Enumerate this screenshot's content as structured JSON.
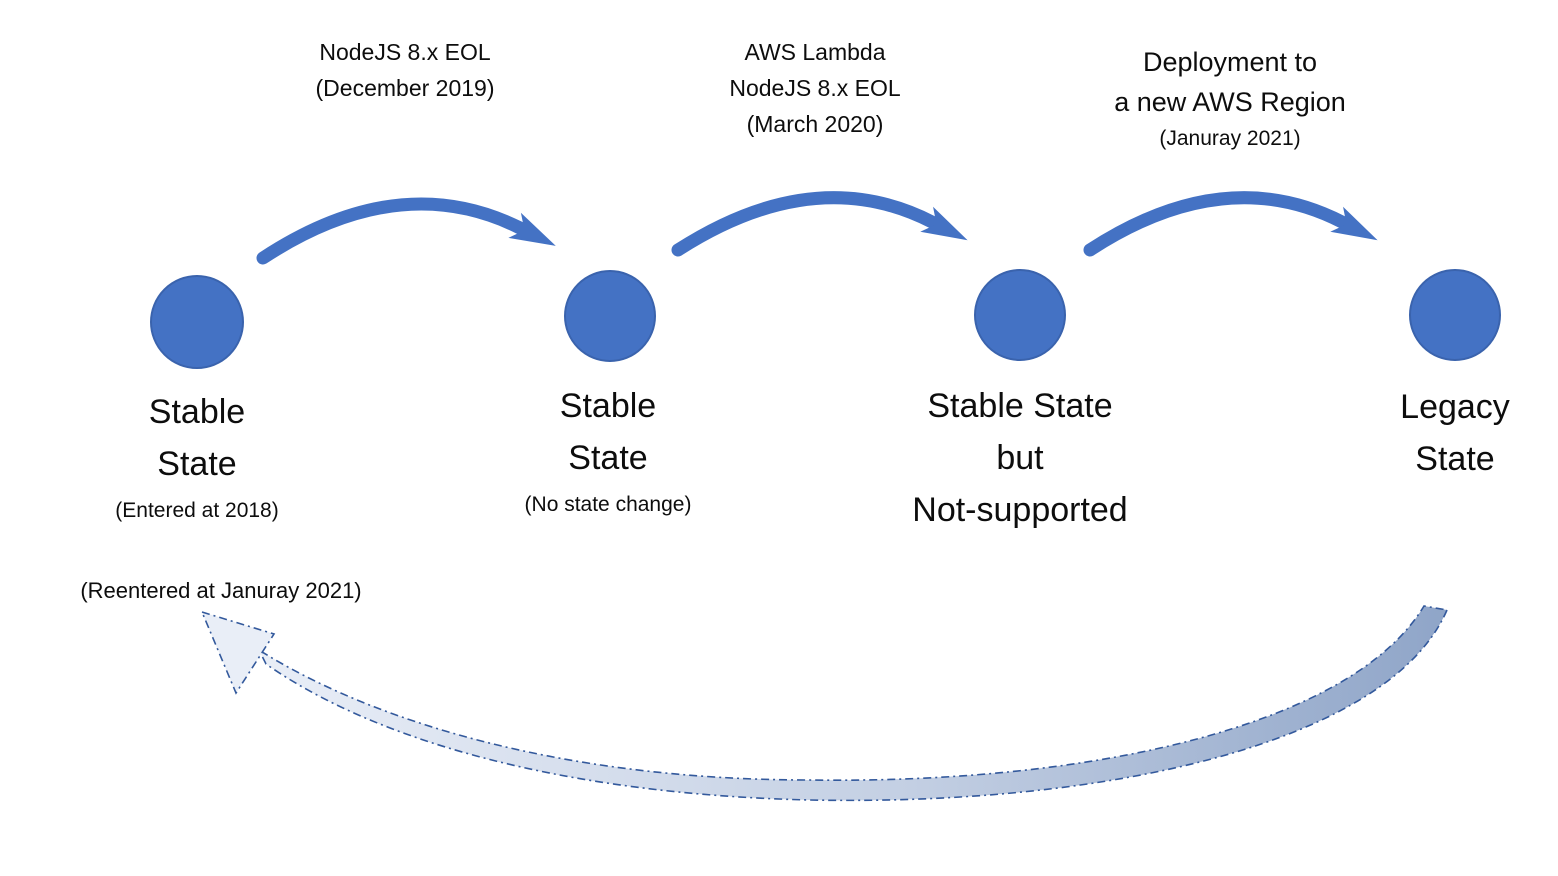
{
  "diagram": {
    "title": "state-lifecycle-diagram",
    "accent_color": "#4472C4",
    "return_band_light": "#e8edf6",
    "return_band_dark": "#8fa5c8",
    "nodes": [
      {
        "lines": [
          "Stable",
          "State"
        ],
        "sublabel": "(Entered at 2018)"
      },
      {
        "lines": [
          "Stable",
          "State"
        ],
        "sublabel": "(No state change)"
      },
      {
        "lines": [
          "Stable State",
          "but",
          "Not-supported"
        ],
        "sublabel": ""
      },
      {
        "lines": [
          "Legacy",
          "State"
        ],
        "sublabel": ""
      }
    ],
    "transitions": [
      {
        "lines": [
          "NodeJS 8.x EOL",
          "(December 2019)"
        ]
      },
      {
        "lines": [
          "AWS Lambda",
          "NodeJS 8.x EOL",
          "(March 2020)"
        ]
      },
      {
        "lines": [
          "Deployment to",
          "a new AWS Region",
          "(Januray 2021)"
        ]
      }
    ],
    "return_transition": {
      "label": "(Reentered at Januray 2021)"
    }
  }
}
